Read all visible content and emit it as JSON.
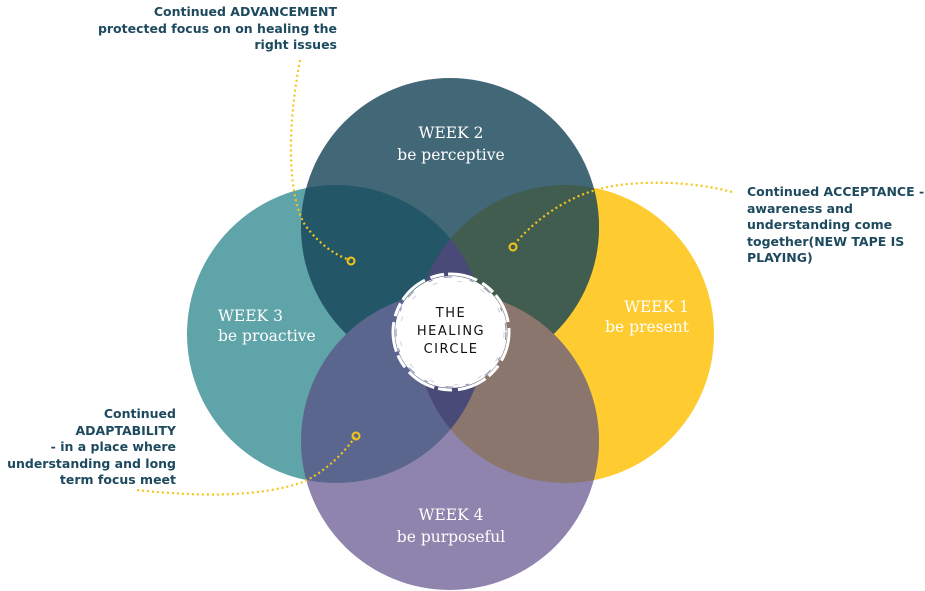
{
  "diagram": {
    "type": "venn",
    "center_label": [
      "THE",
      "HEALING",
      "CIRCLE"
    ],
    "circles": [
      {
        "id": "week2",
        "title": "WEEK 2",
        "subtitle": "be perceptive",
        "color": "#426878"
      },
      {
        "id": "week3",
        "title": "WEEK 3",
        "subtitle": "be proactive",
        "color": "#5fa4a8"
      },
      {
        "id": "week1",
        "title": "WEEK 1",
        "subtitle": "be present",
        "color": "#fecb30"
      },
      {
        "id": "week4",
        "title": "WEEK 4",
        "subtitle": "be purposeful",
        "color": "#8f84ae"
      }
    ],
    "overlap_colors": {
      "week2_week3": "#235667",
      "week2_week1": "#415d4f",
      "week3_week4": "#5b668f",
      "week1_week4": "#8b766d",
      "center": "#4a4a78"
    },
    "annotations": [
      {
        "id": "advancement",
        "text": "Continued ADVANCEMENT\nprotected focus on on healing the\nright issues"
      },
      {
        "id": "acceptance",
        "text": "Continued ACCEPTANCE -\nawareness and\nunderstanding  come\ntogether(NEW TAPE IS\nPLAYING)"
      },
      {
        "id": "adaptability",
        "text": "Continued ADAPTABILITY\n-  in a place where\nunderstanding and  long\nterm focus meet"
      }
    ],
    "accent_color": "#f5c518",
    "text_color": "#1d4a5e"
  }
}
